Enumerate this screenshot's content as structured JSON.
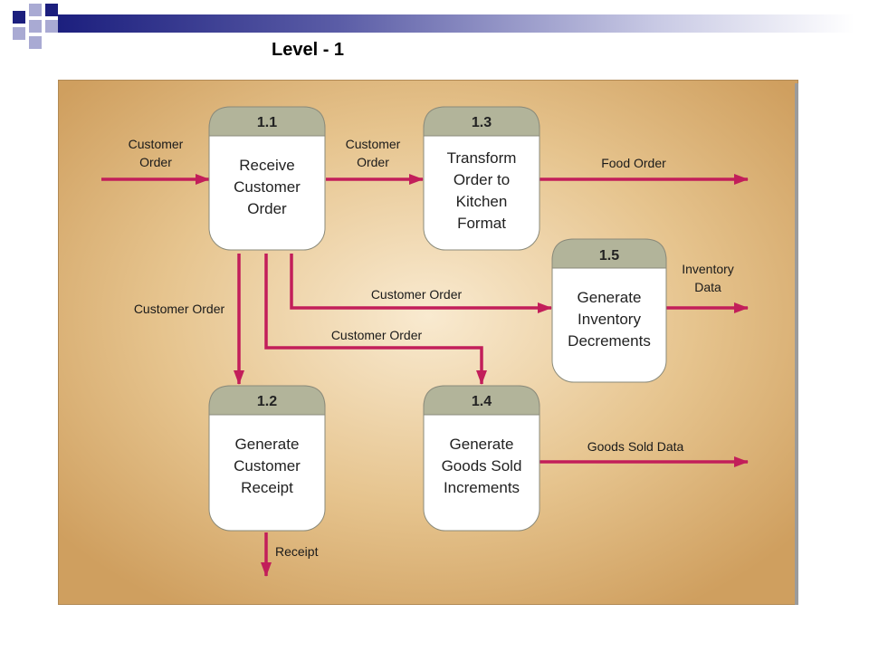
{
  "slide": {
    "title": "Level - 1"
  },
  "colors": {
    "background_center": "#f7e4c0",
    "background_edge": "#d2a566",
    "process_header": "#b2b49a",
    "process_body": "#ffffff",
    "flow_arrow": "#c21e5a",
    "deco_dark": "#1c1f7e",
    "deco_light": "#a9aad3"
  },
  "processes": [
    {
      "id": "1.1",
      "lines": [
        "Receive",
        "Customer",
        "Order"
      ]
    },
    {
      "id": "1.2",
      "lines": [
        "Generate",
        "Customer",
        "Receipt"
      ]
    },
    {
      "id": "1.3",
      "lines": [
        "Transform",
        "Order to",
        "Kitchen",
        "Format"
      ]
    },
    {
      "id": "1.4",
      "lines": [
        "Generate",
        "Goods Sold",
        "Increments"
      ]
    },
    {
      "id": "1.5",
      "lines": [
        "Generate",
        "Inventory",
        "Decrements"
      ]
    }
  ],
  "flows": {
    "in_customer_order": [
      "Customer",
      "Order"
    ],
    "order_to_1_3": [
      "Customer",
      "Order"
    ],
    "food_order": "Food Order",
    "order_to_1_5": "Customer Order",
    "inventory_data": [
      "Inventory",
      "Data"
    ],
    "order_to_1_2": "Customer Order",
    "order_to_1_4": "Customer Order",
    "goods_sold_data": "Goods Sold Data",
    "receipt": "Receipt"
  }
}
